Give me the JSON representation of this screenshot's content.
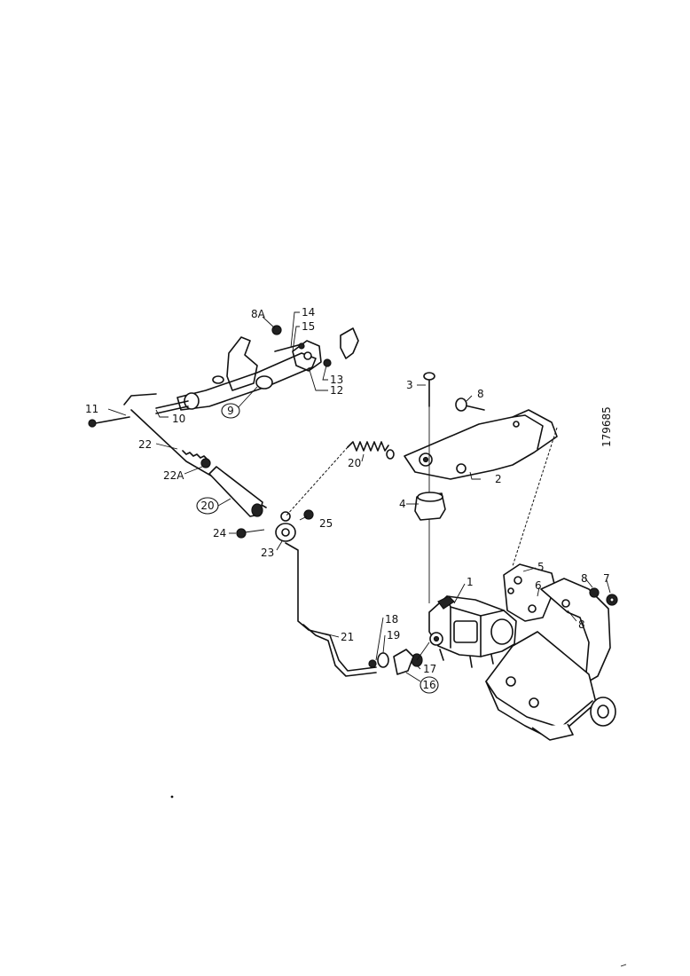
{
  "figure_id": "179685",
  "callouts": {
    "c1": "1",
    "c2": "2",
    "c3": "3",
    "c4": "4",
    "c5": "5",
    "c6": "6",
    "c7": "7",
    "c8a": "8",
    "c8b": "8",
    "c8c": "8",
    "c8A": "8A",
    "c10": "10",
    "c11": "11",
    "c12": "12",
    "c13": "13",
    "c14": "14",
    "c15": "15",
    "c17": "17",
    "c18": "18",
    "c19": "19",
    "c20": "20",
    "c21": "21",
    "c22": "22",
    "c22A": "22A",
    "c23": "23",
    "c24": "24",
    "c25": "25"
  },
  "circled_callouts": {
    "o9": "9",
    "o16": "16",
    "o20": "20"
  }
}
